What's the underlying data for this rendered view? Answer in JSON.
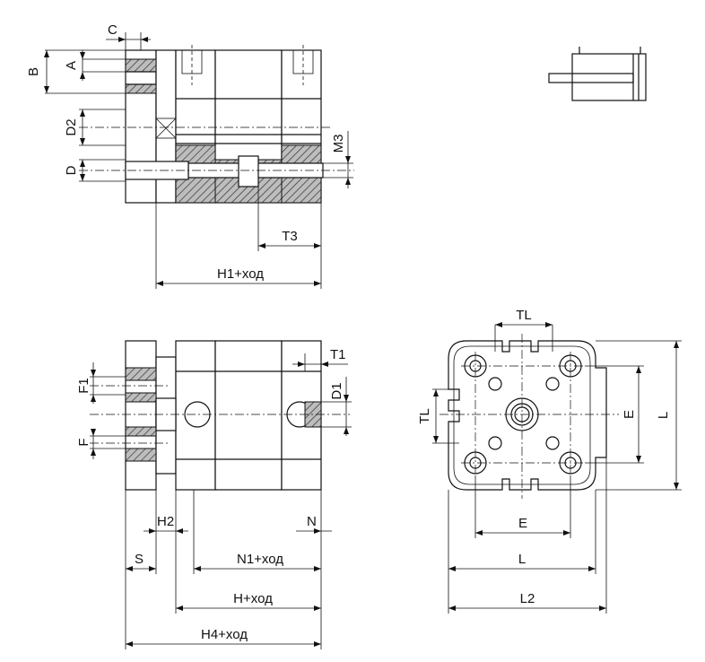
{
  "labels": {
    "c": "C",
    "a": "A",
    "b": "B",
    "d2": "D2",
    "d": "D",
    "m3": "M3",
    "t3": "T3",
    "h1_stroke": "H1+ход",
    "t1": "T1",
    "f1": "F1",
    "d1": "D1",
    "f": "F",
    "h2": "H2",
    "n": "N",
    "s": "S",
    "n1_stroke": "N1+ход",
    "h_stroke": "H+ход",
    "h4_stroke": "H4+ход",
    "tl_top": "TL",
    "tl_left": "TL",
    "e_right": "E",
    "l_right": "L",
    "e_bottom": "E",
    "l_bottom": "L",
    "l2": "L2"
  }
}
